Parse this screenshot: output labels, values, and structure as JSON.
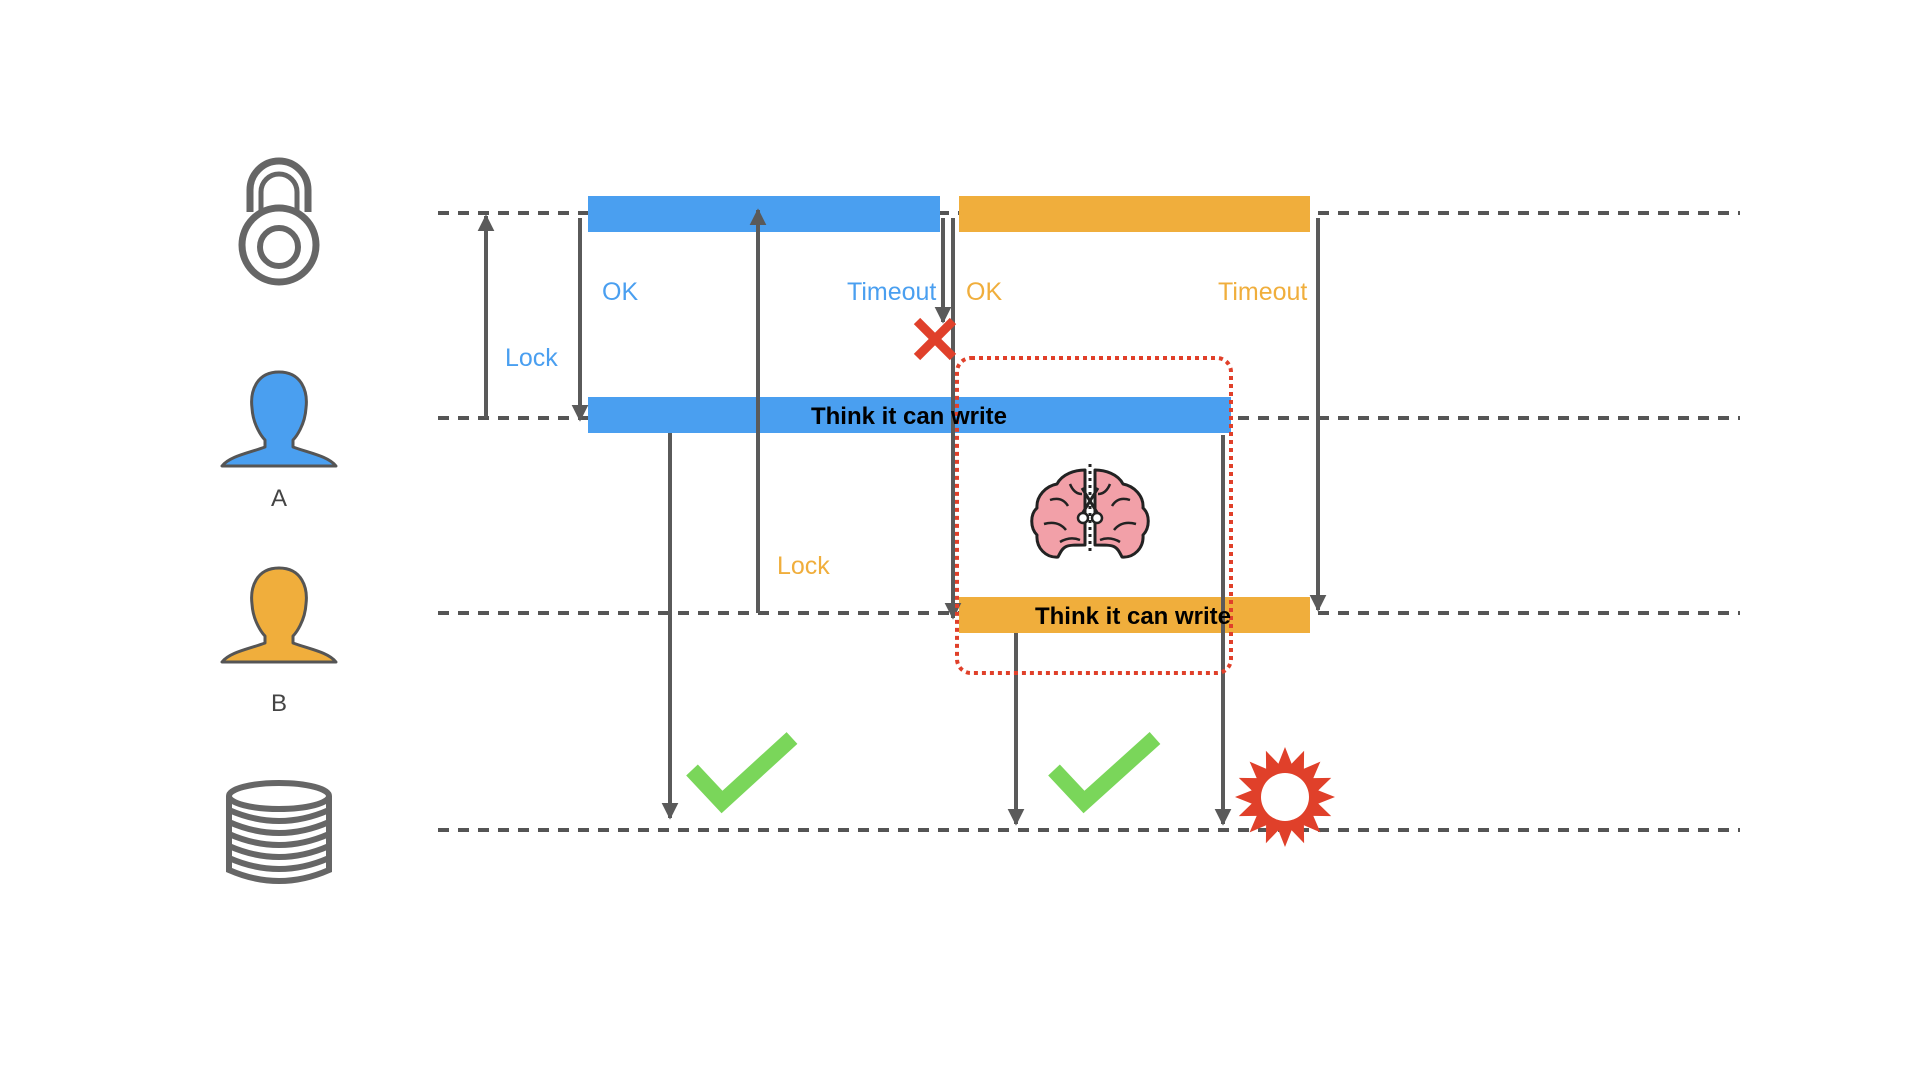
{
  "colors": {
    "client_a": "#4a9ff0",
    "client_b": "#f0ae3c",
    "line": "#555555",
    "arrow": "#5a5a5a",
    "success": "#7ad65a",
    "failure": "#e0402a",
    "split_box": "#e0402a"
  },
  "actors": [
    {
      "id": "lock",
      "icon": "padlock-icon"
    },
    {
      "id": "a",
      "icon": "person-icon",
      "label": "A",
      "color": "#4a9ff0"
    },
    {
      "id": "b",
      "icon": "person-icon",
      "label": "B",
      "color": "#f0ae3c"
    },
    {
      "id": "db",
      "icon": "database-icon"
    }
  ],
  "lease_a": {
    "ok_label": "OK",
    "timeout_label": "Timeout"
  },
  "lease_b": {
    "ok_label": "OK",
    "timeout_label": "Timeout"
  },
  "arrows": {
    "a_lock_label": "Lock",
    "b_lock_label": "Lock"
  },
  "client_bars": {
    "a_label": "Think it can write",
    "b_label": "Think it can write"
  },
  "markers": {
    "expired": "cross-icon",
    "split_brain": "split-brain-icon",
    "write_a": "checkmark-icon",
    "write_b": "checkmark-icon",
    "conflict": "explosion-icon"
  }
}
